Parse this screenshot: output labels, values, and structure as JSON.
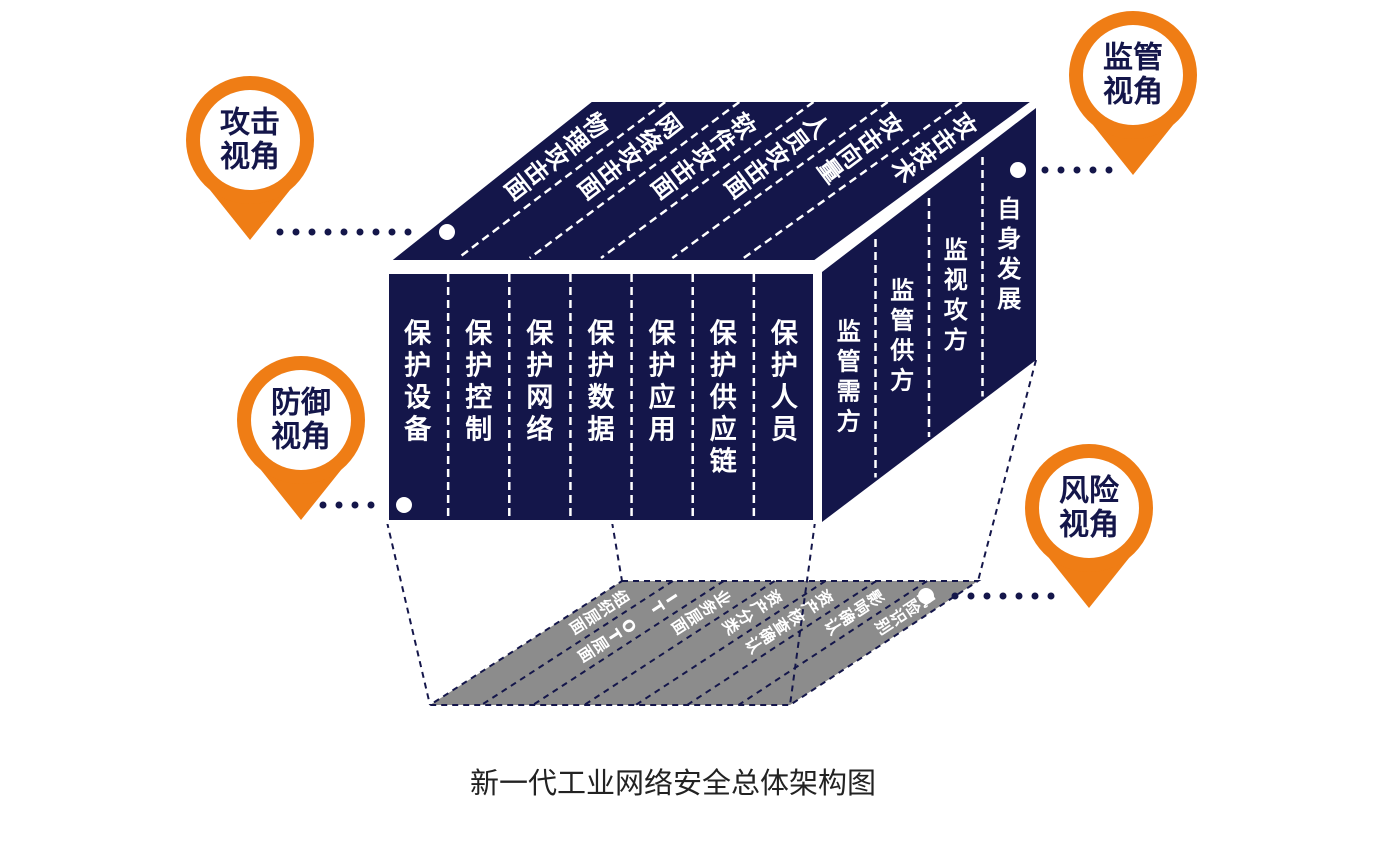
{
  "caption": "新一代工业网络安全总体架构图",
  "pins": {
    "attack": [
      "攻击",
      "视角"
    ],
    "supervise": [
      "监管",
      "视角"
    ],
    "defense": [
      "防御",
      "视角"
    ],
    "risk": [
      "风险",
      "视角"
    ]
  },
  "front_columns": [
    "保护设备",
    "保护控制",
    "保护网络",
    "保护数据",
    "保护应用",
    "保护供应链",
    "保护人员"
  ],
  "right_columns": [
    "监管需方",
    "监管供方",
    "监视攻方",
    "自身发展"
  ],
  "top_strips": [
    "物理攻击面",
    "网络攻击面",
    "软件攻击面",
    "人员攻击面",
    "攻击向量",
    "攻击技术"
  ],
  "bottom_strips": [
    "组织层面",
    "IT OT层面",
    "业务层面",
    "资产分类",
    "资产核查确认",
    "影响确认",
    "风险识别"
  ],
  "colors": {
    "navy": "#14164a",
    "orange": "#ef7d15",
    "gray": "#8c8c8c"
  }
}
